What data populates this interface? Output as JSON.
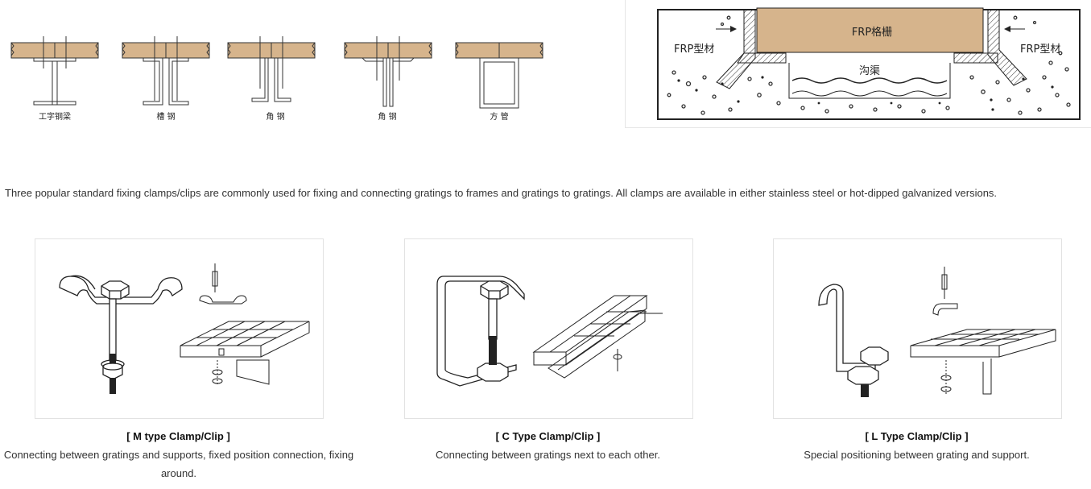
{
  "profiles": [
    {
      "label": "工字钢梁"
    },
    {
      "label": "槽 钢"
    },
    {
      "label": "角 钢"
    },
    {
      "label": "角 钢"
    },
    {
      "label": "方 管"
    }
  ],
  "trench_diagram": {
    "grating_label": "FRP格栅",
    "left_profile_label": "FRP型材",
    "right_profile_label": "FRP型材",
    "trench_label": "沟渠"
  },
  "intro_text": "Three popular standard fixing clamps/clips are commonly used for fixing and connecting gratings to frames and gratings to gratings. All clamps are available in either stainless steel or hot-dipped galvanized versions.",
  "clamps": [
    {
      "title": "[ M type Clamp/Clip ]",
      "description": "Connecting between gratings and supports, fixed position connection, fixing around."
    },
    {
      "title": "[ C Type Clamp/Clip ]",
      "description": "Connecting between gratings next to each other."
    },
    {
      "title": "[ L Type Clamp/Clip ]",
      "description": "Special positioning between grating and support."
    }
  ],
  "colors": {
    "grating_fill": "#d6b48c",
    "line": "#333333"
  }
}
